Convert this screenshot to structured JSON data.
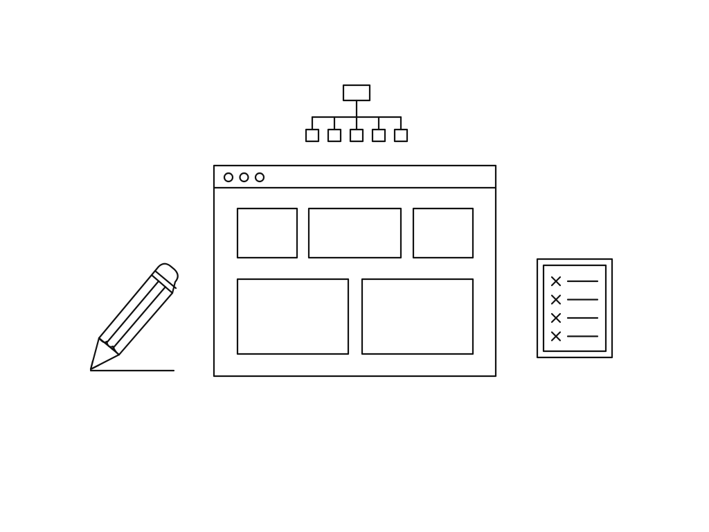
{
  "colors": {
    "background": "#ffffff",
    "line": "#111111"
  },
  "illustration": {
    "sitemap_icon": {
      "child_node_count": 5
    },
    "browser_window": {
      "window_control_count": 3,
      "content_block_rows": [
        3,
        2
      ]
    },
    "pencil_icon": {},
    "checklist_icon": {
      "item_count": 4,
      "item_mark": "x-mark"
    }
  }
}
